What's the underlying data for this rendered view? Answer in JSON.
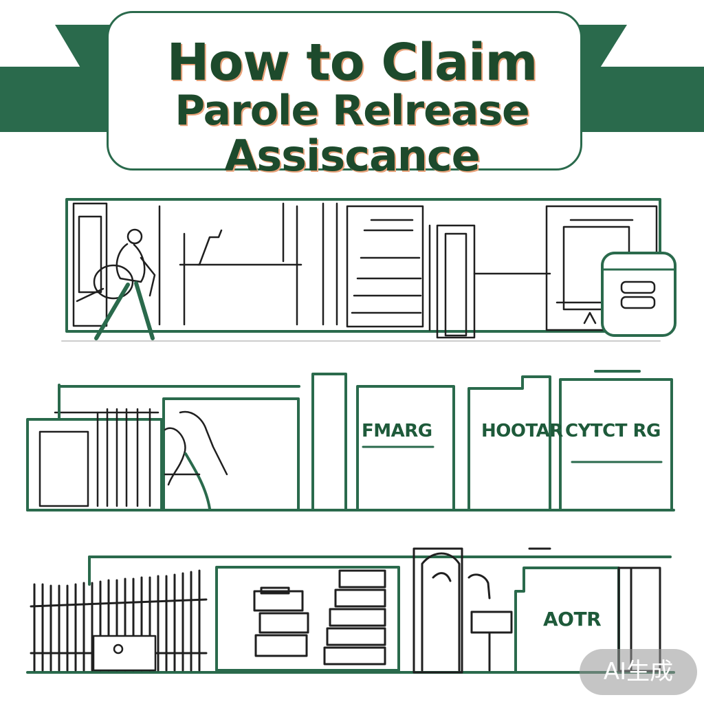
{
  "title": {
    "line1": "How to Claim",
    "line2": "Parole Relrease",
    "line3": "Assiscance"
  },
  "signs": {
    "sign1": "FMARG",
    "sign2": "HOOTAR",
    "sign3": "CYTCT RG",
    "sign4": "AOTR"
  },
  "watermark": "AI生成",
  "colors": {
    "ink_green": "#2a6a4c",
    "title_green": "#1d4a2c",
    "title_shadow": "#e9a27a",
    "line": "#1f1f1f"
  }
}
